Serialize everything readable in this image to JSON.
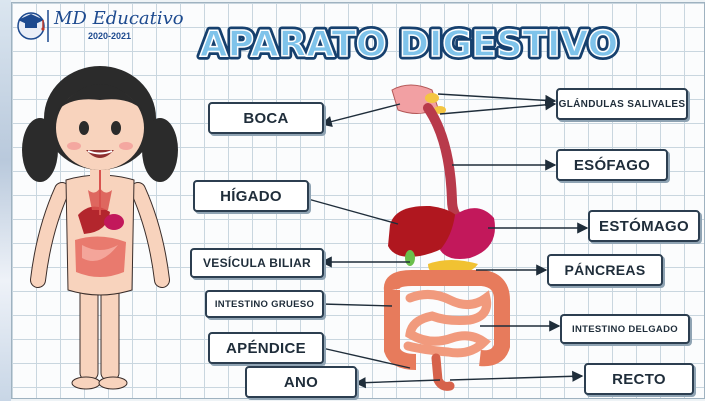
{
  "header": {
    "brand": "MD Educativo",
    "years": "2020-2021",
    "title": "APARATO DIGESTIVO"
  },
  "labels": {
    "boca": "BOCA",
    "glandulas": "GLÁNDULAS SALIVALES",
    "esofago": "ESÓFAGO",
    "higado": "HÍGADO",
    "estomago": "ESTÓMAGO",
    "vesicula": "VESÍCULA BILIAR",
    "pancreas": "PÁNCREAS",
    "intestino_grueso": "INTESTINO GRUESO",
    "intestino_delgado": "INTESTINO DELGADO",
    "apendice": "APÉNDICE",
    "ano": "ANO",
    "recto": "RECTO"
  },
  "icons": {
    "logo": "graduation-cap-logo",
    "child": "girl-anatomy-illustration",
    "organs": "digestive-system-illustration"
  }
}
